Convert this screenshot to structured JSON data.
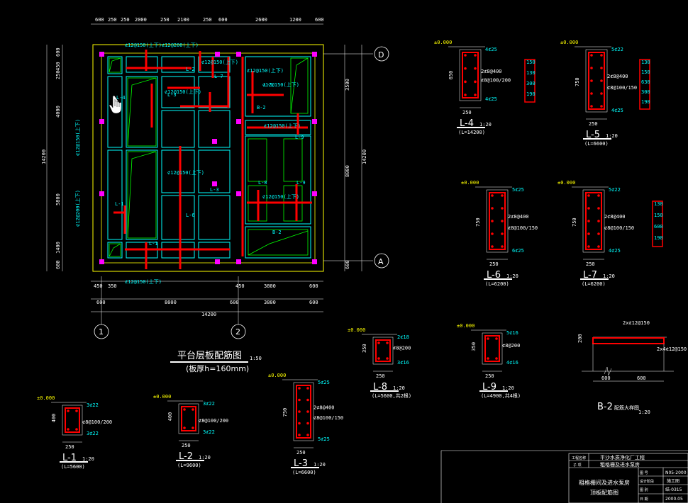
{
  "plan": {
    "title": "平台层板配筋图",
    "scale": "1:50",
    "subtitle": "(板厚h=160mm)",
    "axis_d": "D",
    "axis_a": "A",
    "axis_1": "1",
    "axis_2": "2",
    "dims_top": [
      "600",
      "250",
      "250",
      "2000",
      "250",
      "2100",
      "250",
      "600",
      "2600",
      "1200",
      "600"
    ],
    "dims_bottom1": [
      "450",
      "350",
      "450",
      "3800",
      "600"
    ],
    "dims_bottom2": [
      "600",
      "8000",
      "600",
      "3800",
      "600"
    ],
    "dims_bottom_total": "14200",
    "dims_left": [
      "600",
      "450",
      "250",
      "4000",
      "5800",
      "1400",
      "600"
    ],
    "dims_left_total": "14200",
    "dims_right": [
      "3500",
      "8000",
      "600"
    ],
    "dims_right_total": "14200",
    "rebar_labels": [
      "⊄12@150(上下)",
      "⊄12@200(上下)",
      "⊄12@150(上下)",
      "⊄12@150(上下)",
      "⊄12@150(上下)",
      "⊄12@150(上下)",
      "⊄12@150(上下)",
      "⊄12@150(上下)",
      "⊄12@150(上下)",
      "⊄12@150(上下)",
      "⊄12@200(上下)",
      "⊄12@150(上下)"
    ],
    "beam_labels": [
      "L-2",
      "L-3",
      "L-4",
      "L-1",
      "L-6",
      "L-5",
      "L-7",
      "L-3",
      "L-8",
      "L-9",
      "L-9",
      "B-2",
      "B-2",
      "L-1"
    ]
  },
  "sections": [
    {
      "name": "L-4",
      "scale": "1:20",
      "length": "(L=14200)",
      "width": "250",
      "height": "650",
      "top": "±0.000",
      "top_bar": "4⊄25",
      "mid_bar": "2⊄8@400",
      "stir": "⊄8@100/200",
      "bot_bar": "4⊄25",
      "detail": [
        "150",
        "130",
        "300",
        "190"
      ]
    },
    {
      "name": "L-5",
      "scale": "1:20",
      "length": "(L=6600)",
      "width": "250",
      "height": "750",
      "top": "±0.000",
      "top_bar": "5⊄22",
      "mid_bar": "2⊄8@400",
      "stir": "⊄8@100/150",
      "bot_bar": "4⊄25",
      "detail": [
        "130",
        "150",
        "630",
        "300",
        "190"
      ]
    },
    {
      "name": "L-6",
      "scale": "1:20",
      "length": "(L=6200)",
      "width": "250",
      "height": "750",
      "top": "±0.000",
      "top_bar": "5⊄25",
      "mid_bar": "2⊄8@400",
      "stir": "⊄8@100/150",
      "bot_bar": "6⊄25"
    },
    {
      "name": "L-7",
      "scale": "1:20",
      "length": "(L=6200)",
      "width": "250",
      "height": "750",
      "top": "±0.000",
      "top_bar": "5⊄22",
      "mid_bar": "2⊄8@400",
      "stir": "⊄8@100/150",
      "bot_bar": "4⊄25",
      "detail": [
        "130",
        "150",
        "600",
        "190"
      ]
    },
    {
      "name": "L-8",
      "scale": "1:20",
      "length": "(L=5600,共2根)",
      "width": "250",
      "height": "350",
      "top": "±0.000",
      "top_bar": "2⊄18",
      "mid_bar": "⊄8@200",
      "bot_bar": "3⊄16"
    },
    {
      "name": "L-9",
      "scale": "1:20",
      "length": "(L=4900,共4根)",
      "width": "250",
      "height": "350",
      "top": "±0.000",
      "top_bar": "5⊄16",
      "mid_bar": "⊄8@200",
      "bot_bar": "4⊄16"
    },
    {
      "name": "L-1",
      "scale": "1:20",
      "length": "(L=5600)",
      "width": "250",
      "height": "400",
      "top": "±0.000",
      "top_bar": "3⊄22",
      "stir": "⊄8@100/200",
      "bot_bar": "3⊄22"
    },
    {
      "name": "L-2",
      "scale": "1:20",
      "length": "(L=9600)",
      "width": "250",
      "height": "400",
      "top": "±0.000",
      "top_bar": "3⊄22",
      "stir": "⊄8@100/200",
      "bot_bar": "3⊄22"
    },
    {
      "name": "L-3",
      "scale": "1:20",
      "length": "(L=6600)",
      "width": "250",
      "height": "750",
      "top": "±0.000",
      "top_bar": "5⊄25",
      "mid_bar": "2⊄8@400",
      "stir": "⊄8@100/150",
      "bot_bar": "5⊄25"
    }
  ],
  "b2": {
    "name": "B-2",
    "suffix": "配筋大样图",
    "scale": "1:20",
    "top_bar": "2x⊄12@150",
    "side_bar": "2x4⊄12@150",
    "dims": [
      "600",
      "600"
    ],
    "height": "200"
  },
  "title_block": {
    "project_label": "工程名称",
    "project": "平沙水质净化厂工程",
    "item_label": "子 项",
    "item": "粗格栅及进水泵房",
    "drawing": "粗格栅间及进水泵房",
    "drawing2": "顶板配筋图",
    "no_label": "图 号",
    "no": "N05-2000",
    "design_label": "设计阶段",
    "design": "施工图",
    "code_label": "图 别",
    "code": "结-0315",
    "date_label": "日 期",
    "date": "2000.05"
  },
  "colors": {
    "frame": "#ffff00",
    "grid": "#00ffff",
    "beam": "#ff0000",
    "slab": "#00ff00",
    "text": "#ffffff",
    "column": "#ff00ff"
  }
}
